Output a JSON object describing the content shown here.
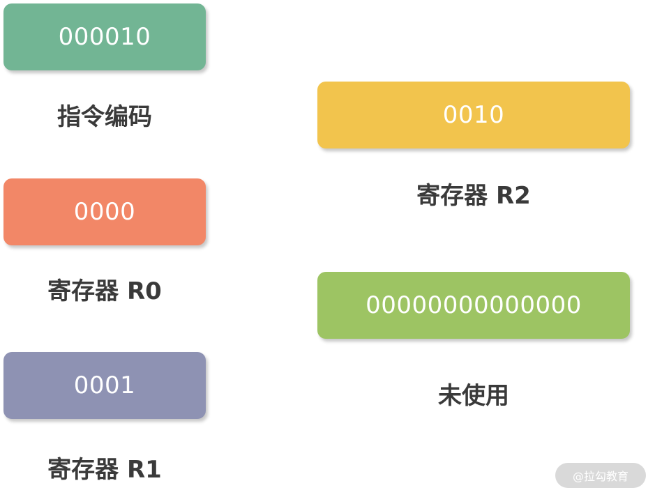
{
  "fields": [
    {
      "value": "000010",
      "label": "指令编码",
      "color": "#72b594"
    },
    {
      "value": "0000",
      "label": "寄存器 R0",
      "color": "#f28767"
    },
    {
      "value": "0001",
      "label": "寄存器 R1",
      "color": "#8e92b3"
    },
    {
      "value": "0010",
      "label": "寄存器 R2",
      "color": "#f2c44d"
    },
    {
      "value": "00000000000000",
      "label": "未使用",
      "color": "#9dc463"
    }
  ],
  "watermark": "@拉勾教育"
}
